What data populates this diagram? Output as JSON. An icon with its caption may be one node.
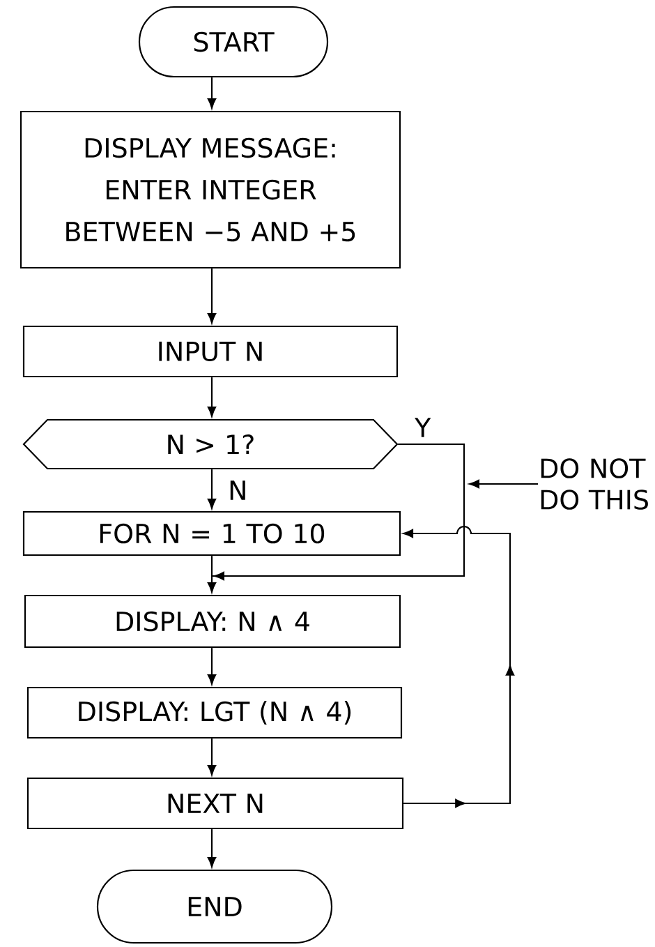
{
  "diagram": {
    "nodes": [
      {
        "text": [
          "START"
        ]
      },
      {
        "text": [
          "DISPLAY MESSAGE: ENTER INTEGER BETWEEN −5 AND +5"
        ]
      },
      {
        "text": [
          "INPUT N"
        ]
      },
      {
        "text": [
          "N > 1?"
        ]
      },
      {
        "text": [
          "FOR N = 1 TO 10"
        ]
      },
      {
        "text": [
          "DISPLAY: N ∧ 4"
        ]
      },
      {
        "text": [
          "DISPLAY: LGT (N ∧ 4)"
        ]
      },
      {
        "text": [
          "NEXT N"
        ]
      },
      {
        "text": [
          "END"
        ]
      },
      {
        "text": [
          "DO NOT DO THIS"
        ]
      }
    ],
    "edges": [
      {
        "from": 0,
        "to": 1,
        "arrow": "to"
      },
      {
        "from": 1,
        "to": 2,
        "arrow": "to"
      },
      {
        "from": 2,
        "to": 3,
        "arrow": "to"
      },
      {
        "from": 3,
        "to": 4,
        "arrow": "to",
        "label": "N"
      },
      {
        "from": 3,
        "to": 5,
        "arrow": "to",
        "label": "Y"
      },
      {
        "from": 4,
        "to": 5,
        "arrow": "to"
      },
      {
        "from": 5,
        "to": 6,
        "arrow": "to"
      },
      {
        "from": 6,
        "to": 7,
        "arrow": "to"
      },
      {
        "from": 7,
        "to": 8,
        "arrow": "to"
      },
      {
        "from": 7,
        "to": 4,
        "arrow": "to"
      },
      {
        "from": 9,
        "to": null,
        "arrow": "to"
      }
    ]
  }
}
